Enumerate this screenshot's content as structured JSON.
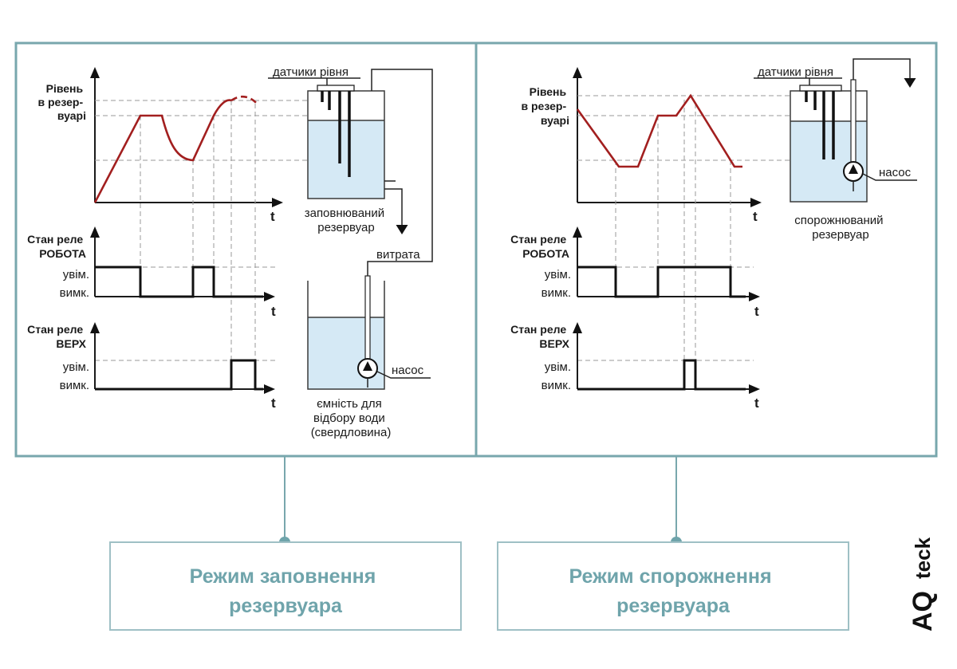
{
  "colors": {
    "frame": "#78a7ad",
    "curve": "#a21f1f",
    "water": "#d5e9f5",
    "caption": "#6fa4ab"
  },
  "left": {
    "level_label": [
      "Рівень",
      "в резер-",
      "вуарі"
    ],
    "relay_robota_label": [
      "Стан реле",
      "РОБОТА"
    ],
    "relay_verh_label": [
      "Стан реле",
      "ВЕРХ"
    ],
    "on": "увім.",
    "off": "вимк.",
    "t": "t",
    "sensors": "датчики рівня",
    "filled_tank": [
      "заповнюваний",
      "резервуар"
    ],
    "consumption": "витрата",
    "pump": "насос",
    "source_tank": [
      "ємність для",
      "відбору води",
      "(свердловина)"
    ]
  },
  "right": {
    "level_label": [
      "Рівень",
      "в резер-",
      "вуарі"
    ],
    "relay_robota_label": [
      "Стан реле",
      "РОБОТА"
    ],
    "relay_verh_label": [
      "Стан реле",
      "ВЕРХ"
    ],
    "on": "увім.",
    "off": "вимк.",
    "t": "t",
    "sensors": "датчики рівня",
    "emptied_tank": [
      "спорожнюваний",
      "резервуар"
    ],
    "pump": "насос"
  },
  "captions": {
    "fill_mode": [
      "Режим заповнення",
      "резервуара"
    ],
    "empty_mode": [
      "Режим спорожнення",
      "резервуара"
    ]
  },
  "logo": {
    "aq": "AQ",
    "teck": "teck"
  },
  "icons": [
    "pump-icon",
    "arrow-down-icon"
  ]
}
